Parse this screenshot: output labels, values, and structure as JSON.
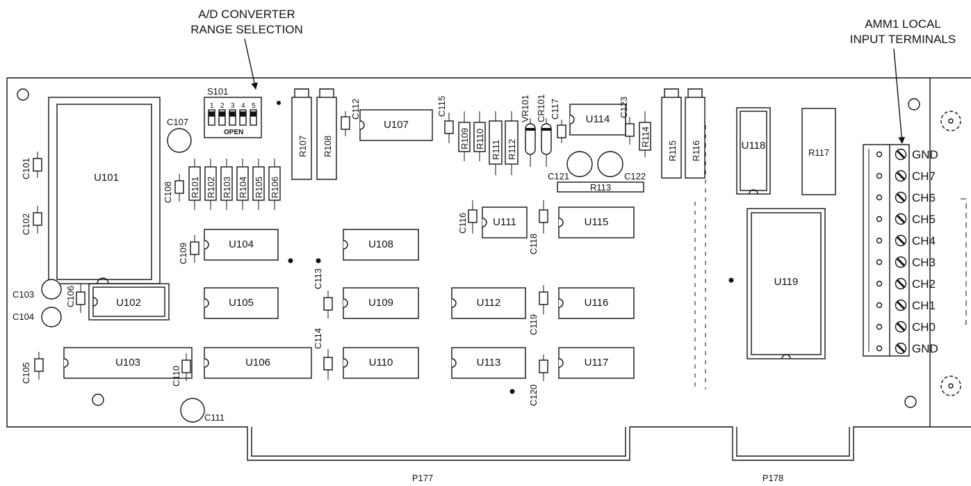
{
  "callouts": {
    "ad_line1": "A/D CONVERTER",
    "ad_line2": "RANGE SELECTION",
    "amm_line1": "AMM1 LOCAL",
    "amm_line2": "INPUT TERMINALS"
  },
  "switch": {
    "ref": "S101",
    "positions": [
      "1",
      "2",
      "3",
      "4",
      "5"
    ],
    "open_label": "OPEN"
  },
  "connectors": {
    "p177": "P177",
    "p178": "P178"
  },
  "terminals": [
    "GND",
    "CH7",
    "CH6",
    "CH5",
    "CH4",
    "CH3",
    "CH2",
    "CH1",
    "CH0",
    "GND"
  ],
  "chips": {
    "u101": "U101",
    "u102": "U102",
    "u103": "U103",
    "u104": "U104",
    "u105": "U105",
    "u106": "U106",
    "u107": "U107",
    "u108": "U108",
    "u109": "U109",
    "u110": "U110",
    "u111": "U111",
    "u112": "U112",
    "u113": "U113",
    "u114": "U114",
    "u115": "U115",
    "u116": "U116",
    "u117": "U117",
    "u118": "U118",
    "u119": "U119"
  },
  "resistors_v": {
    "r101": "R101",
    "r102": "R102",
    "r103": "R103",
    "r104": "R104",
    "r105": "R105",
    "r106": "R106",
    "r107": "R107",
    "r108": "R108",
    "r109": "R109",
    "r110": "R110",
    "r111": "R111",
    "r112": "R112",
    "r114": "R114",
    "r115": "R115",
    "r116": "R116",
    "r117": "R117"
  },
  "r113": "R113",
  "diodes": {
    "vr101": "VR101",
    "cr101": "CR101"
  },
  "caps": {
    "c101": "C101",
    "c102": "C102",
    "c103": "C103",
    "c104": "C104",
    "c105": "C105",
    "c106": "C106",
    "c107": "C107",
    "c108": "C108",
    "c109": "C109",
    "c110": "C110",
    "c111": "C111",
    "c112": "C112",
    "c113": "C113",
    "c114": "C114",
    "c115": "C115",
    "c116": "C116",
    "c117": "C117",
    "c118": "C118",
    "c119": "C119",
    "c120": "C120",
    "c121": "C121",
    "c122": "C122",
    "c123": "C123"
  }
}
